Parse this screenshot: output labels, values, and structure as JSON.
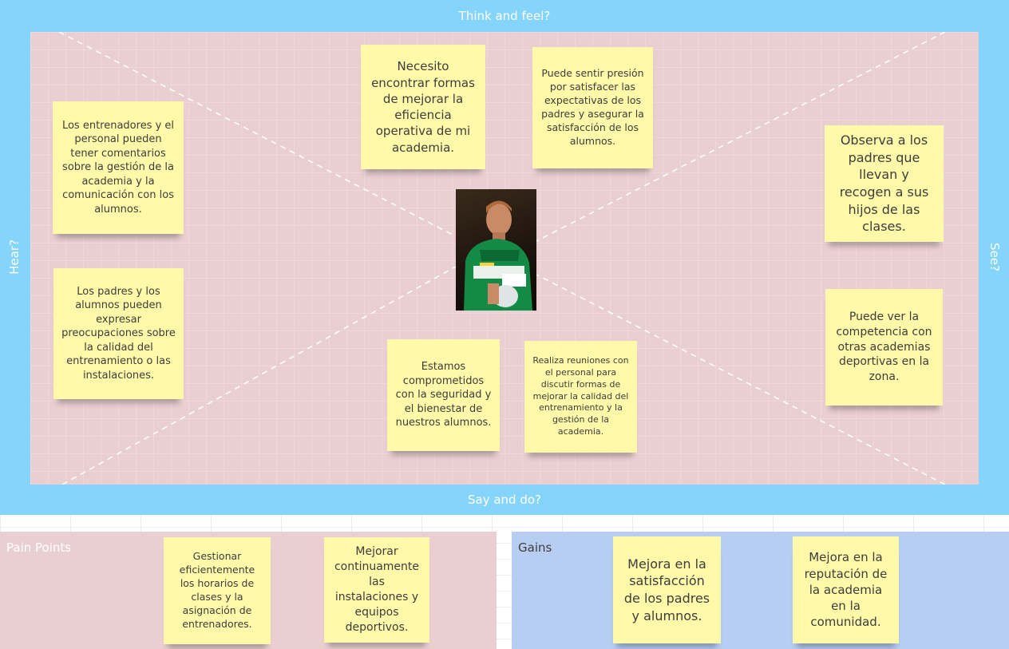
{
  "empathy_map": {
    "labels": {
      "top": "Think and feel?",
      "bottom": "Say and do?",
      "left": "Hear?",
      "right": "See?"
    },
    "center_image": "persona-photo",
    "notes": {
      "think_1": "Necesito encontrar formas de mejorar la eficiencia operativa de mi academia.",
      "think_2": "Puede sentir presión por satisfacer las expectativas de los padres y asegurar la satisfacción de los alumnos.",
      "hear_1": "Los entrenadores y el personal pueden tener comentarios sobre la gestión de la academia y la comunicación con los alumnos.",
      "hear_2": "Los padres y los alumnos pueden expresar preocupaciones sobre la calidad del entrenamiento o las instalaciones.",
      "see_1": "Observa a los padres que llevan y recogen a sus hijos de las clases.",
      "see_2": "Puede ver la competencia con otras academias deportivas en la zona.",
      "say_1": "Estamos comprometidos con la seguridad y el bienestar de nuestros alumnos.",
      "say_2": "Realiza reuniones con el personal para discutir formas de mejorar la calidad del entrenamiento y la gestión de la academia."
    }
  },
  "pain_points": {
    "title": "Pain Points",
    "notes": [
      "Gestionar eficientemente los horarios de clases y la asignación de entrenadores.",
      "Mejorar continuamente las instalaciones y equipos deportivos."
    ]
  },
  "gains": {
    "title": "Gains",
    "notes": [
      "Mejora en la satisfacción de los padres y alumnos.",
      "Mejora en la reputación de la academia en la comunidad."
    ]
  },
  "colors": {
    "frame": "#84d4fb",
    "inner": "#eacfd2",
    "sticky": "#fff9a9",
    "pain_bg": "#eacfd2",
    "gains_bg": "#b7cdf1"
  }
}
